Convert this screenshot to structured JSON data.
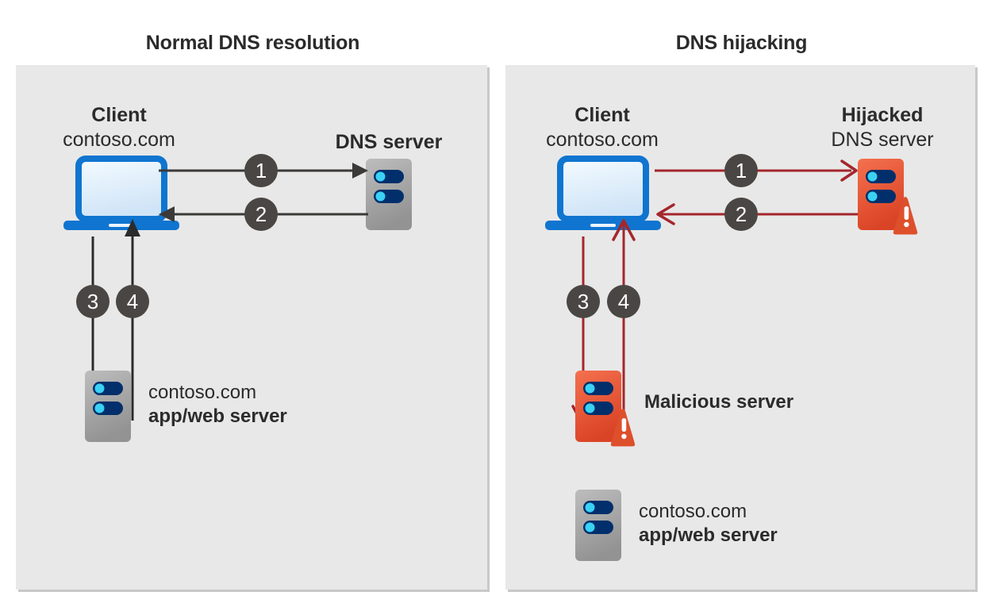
{
  "diagram": {
    "panels": [
      {
        "id": "normal",
        "title": "Normal DNS resolution",
        "accent_color": "#3b3a39",
        "nodes": [
          {
            "id": "client",
            "icon": "laptop-icon",
            "label_bold": "Client",
            "label_regular": "contoso.com"
          },
          {
            "id": "dns-server",
            "icon": "server-icon",
            "label_bold": "DNS server",
            "label_regular": ""
          },
          {
            "id": "app-web-server",
            "icon": "server-icon",
            "label_regular": "contoso.com",
            "label_bold": "app/web server"
          }
        ],
        "steps": [
          {
            "number": "1",
            "from": "client",
            "to": "dns-server",
            "direction": "right"
          },
          {
            "number": "2",
            "from": "dns-server",
            "to": "client",
            "direction": "left"
          },
          {
            "number": "3",
            "from": "client",
            "to": "app-web-server",
            "direction": "down"
          },
          {
            "number": "4",
            "from": "app-web-server",
            "to": "client",
            "direction": "up"
          }
        ]
      },
      {
        "id": "hijacking",
        "title": "DNS hijacking",
        "accent_color": "#a4262c",
        "nodes": [
          {
            "id": "client",
            "icon": "laptop-icon",
            "label_bold": "Client",
            "label_regular": "contoso.com"
          },
          {
            "id": "hijacked-dns-server",
            "icon": "server-warning-icon",
            "label_bold": "Hijacked",
            "label_regular": "DNS server"
          },
          {
            "id": "malicious-server",
            "icon": "server-warning-icon",
            "label_bold": "Malicious server",
            "label_regular": ""
          },
          {
            "id": "app-web-server",
            "icon": "server-icon",
            "label_regular": "contoso.com",
            "label_bold": "app/web server"
          }
        ],
        "steps": [
          {
            "number": "1",
            "from": "client",
            "to": "hijacked-dns-server",
            "direction": "right"
          },
          {
            "number": "2",
            "from": "hijacked-dns-server",
            "to": "client",
            "direction": "left"
          },
          {
            "number": "3",
            "from": "client",
            "to": "malicious-server",
            "direction": "down"
          },
          {
            "number": "4",
            "from": "malicious-server",
            "to": "client",
            "direction": "up"
          }
        ]
      }
    ],
    "colors": {
      "panel_background": "#e8e8e8",
      "page_background": "#ffffff",
      "text": "#2b2b2b",
      "step_badge": "#4a4644",
      "step_badge_text": "#ffffff",
      "normal_arrow": "#3b3a39",
      "hijack_arrow": "#a4262c",
      "laptop_blue": "#0078d4",
      "server_gray_top": "#b5b5b5",
      "server_gray_bottom": "#9a9a9a",
      "server_red_top": "#f1694a",
      "server_red_bottom": "#d8452a",
      "server_slot": "#002f6c",
      "server_led": "#3ad1f5",
      "warning_triangle": "#de4f2b"
    }
  }
}
